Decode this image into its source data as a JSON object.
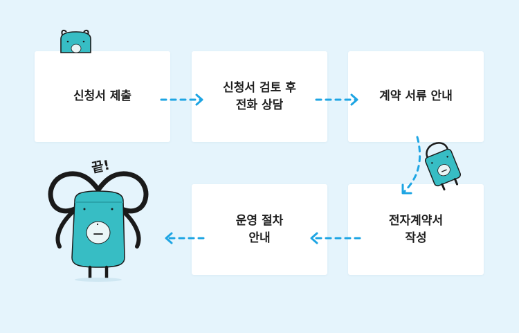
{
  "steps": [
    {
      "label": "신청서 제출"
    },
    {
      "label": "신청서 검토 후\n전화 상담"
    },
    {
      "label": "계약 서류 안내"
    },
    {
      "label": "전자계약서\n작성"
    },
    {
      "label": "운영 절차\n안내"
    }
  ],
  "mascot": {
    "exclaim": "끝!"
  },
  "colors": {
    "background": "#e5f4fc",
    "card": "#ffffff",
    "arrow": "#1ea5e3",
    "mascot_body": "#37bdc4",
    "mascot_outline": "#1a1a1a"
  }
}
